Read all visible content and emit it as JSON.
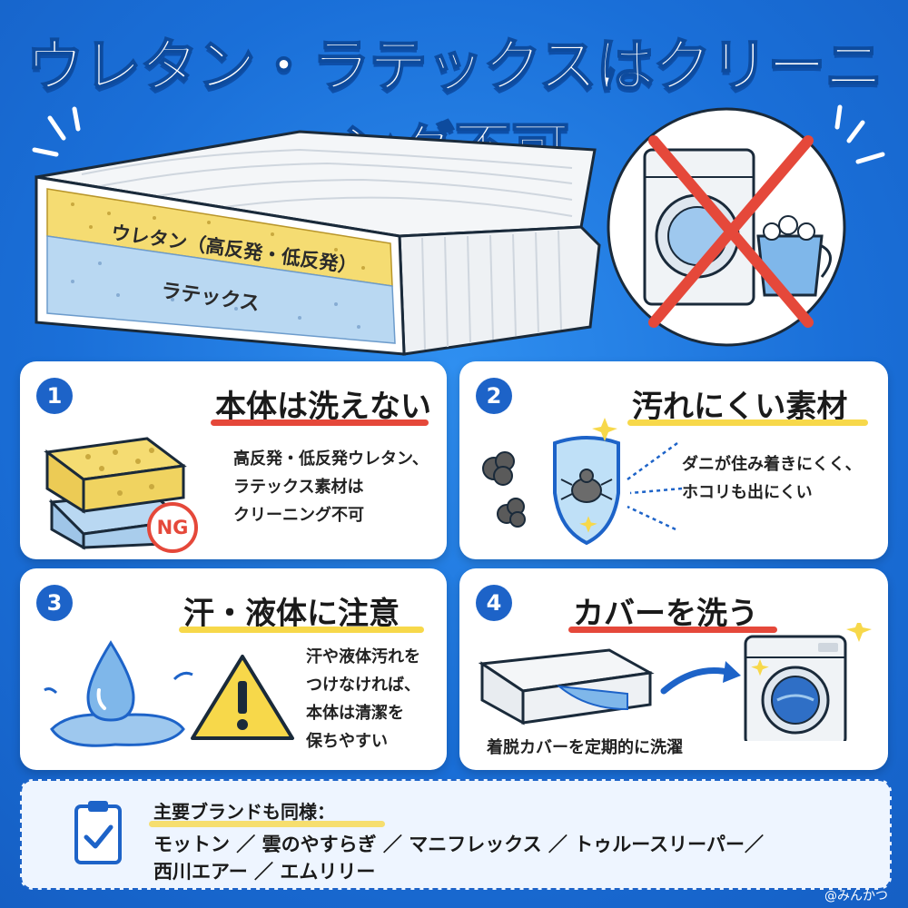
{
  "title": "ウレタン・ラテックスはクリーニング不可",
  "hero": {
    "layer_top": "ウレタン（高反発・低反発）",
    "layer_bottom": "ラテックス"
  },
  "cards": [
    {
      "number": "1",
      "title": "本体は洗えない",
      "badge": "NG",
      "desc": [
        "高反発・低反発ウレタン、",
        "ラテックス素材は",
        "クリーニング不可"
      ]
    },
    {
      "number": "2",
      "title": "汚れにくい素材",
      "desc": [
        "ダニが住み着きにくく、",
        "ホコリも出にくい"
      ]
    },
    {
      "number": "3",
      "title": "汗・液体に注意",
      "desc": [
        "汗や液体汚れを",
        "つけなければ、",
        "本体は清潔を",
        "保ちやすい"
      ]
    },
    {
      "number": "4",
      "title": "カバーを洗う",
      "desc": [
        "着脱カバーを定期的に洗濯"
      ]
    }
  ],
  "brands": {
    "heading": "主要ブランドも同様：",
    "line1": "モットン ／ 雲のやすらぎ ／ マニフレックス ／ トゥルースリーパー／",
    "line2": "西川エアー ／ エムリリー"
  },
  "credit": "@みんかつ",
  "colors": {
    "accent_blue": "#1d63c8",
    "ng_red": "#e5483a",
    "urethane": "#f5dc72",
    "latex": "#b9d8f2",
    "highlight_yellow": "#f7d84a",
    "highlight_red": "#e5483a"
  }
}
